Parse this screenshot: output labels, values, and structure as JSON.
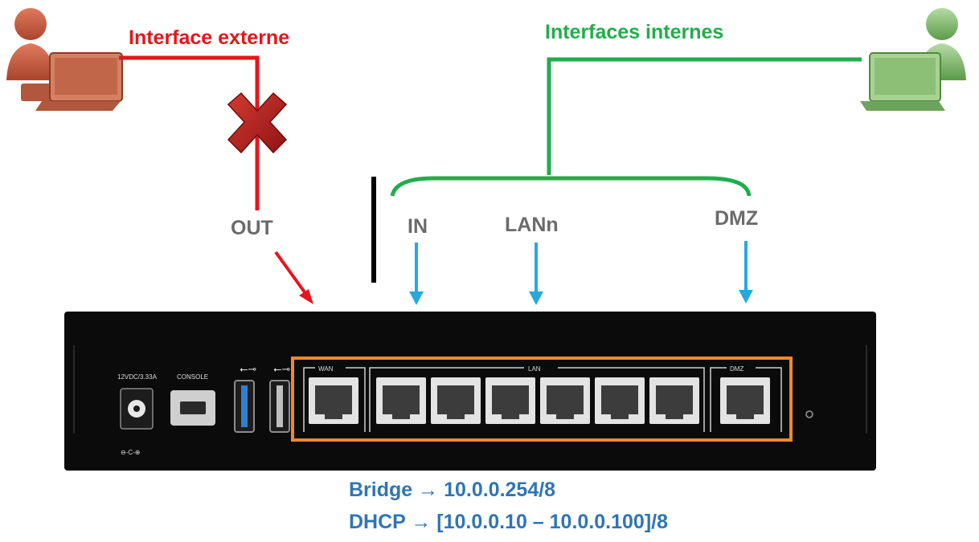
{
  "colors": {
    "external": "#e8141c",
    "internal": "#1fae4b",
    "port_label": "#6b6b6b",
    "config_text": "#2f75b5",
    "port_arrow": "#29a8e0",
    "frame_highlight": "#f0882c",
    "device_body": "#0b0b0b",
    "user_external": "#c96a4f",
    "user_internal": "#6fae5c"
  },
  "labels": {
    "external_interface": "Interface externe",
    "internal_interfaces": "Interfaces internes",
    "out": "OUT",
    "in": "IN",
    "lan": "LANn",
    "dmz": "DMZ"
  },
  "config": {
    "bridge": "Bridge → 10.0.0.254/8",
    "dhcp": "DHCP → [10.0.0.10 – 10.0.0.100]/8"
  },
  "device": {
    "power_label": "12VDC/3.33A",
    "console_label": "CONSOLE",
    "polarity": "⊖-C-⊕",
    "group_wan": "WAN",
    "group_lan": "LAN",
    "group_dmz": "DMZ",
    "lan_port_count": 6
  },
  "icons": {
    "external_user": "user-laptop-icon",
    "internal_user": "user-laptop-icon",
    "block": "cross-icon",
    "usb": "usb-icon"
  }
}
